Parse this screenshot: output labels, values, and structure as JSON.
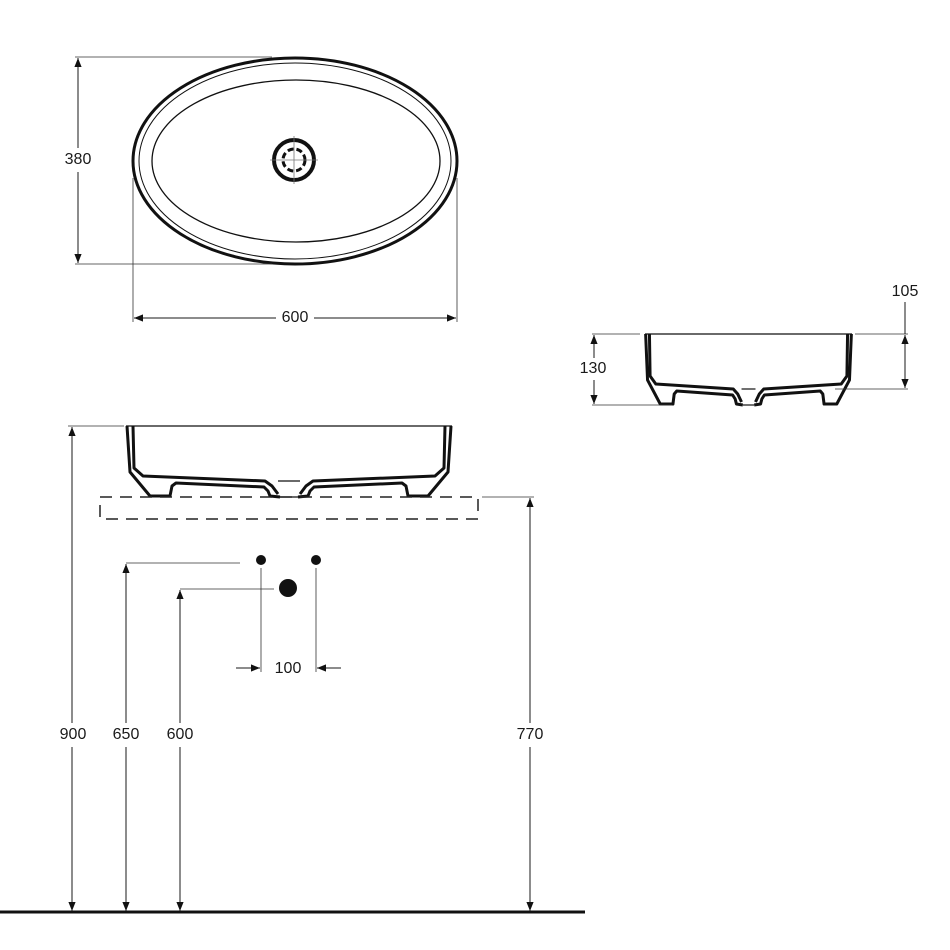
{
  "top_view": {
    "width_label": "600",
    "depth_label": "380"
  },
  "side_view": {
    "height_label": "130",
    "inner_depth_label": "105"
  },
  "installation": {
    "total_height_label": "900",
    "supply_height_label": "650",
    "waste_height_label": "600",
    "counter_height_label": "770",
    "supply_spacing_label": "100"
  },
  "colors": {
    "line": "#111111",
    "background": "#ffffff"
  }
}
